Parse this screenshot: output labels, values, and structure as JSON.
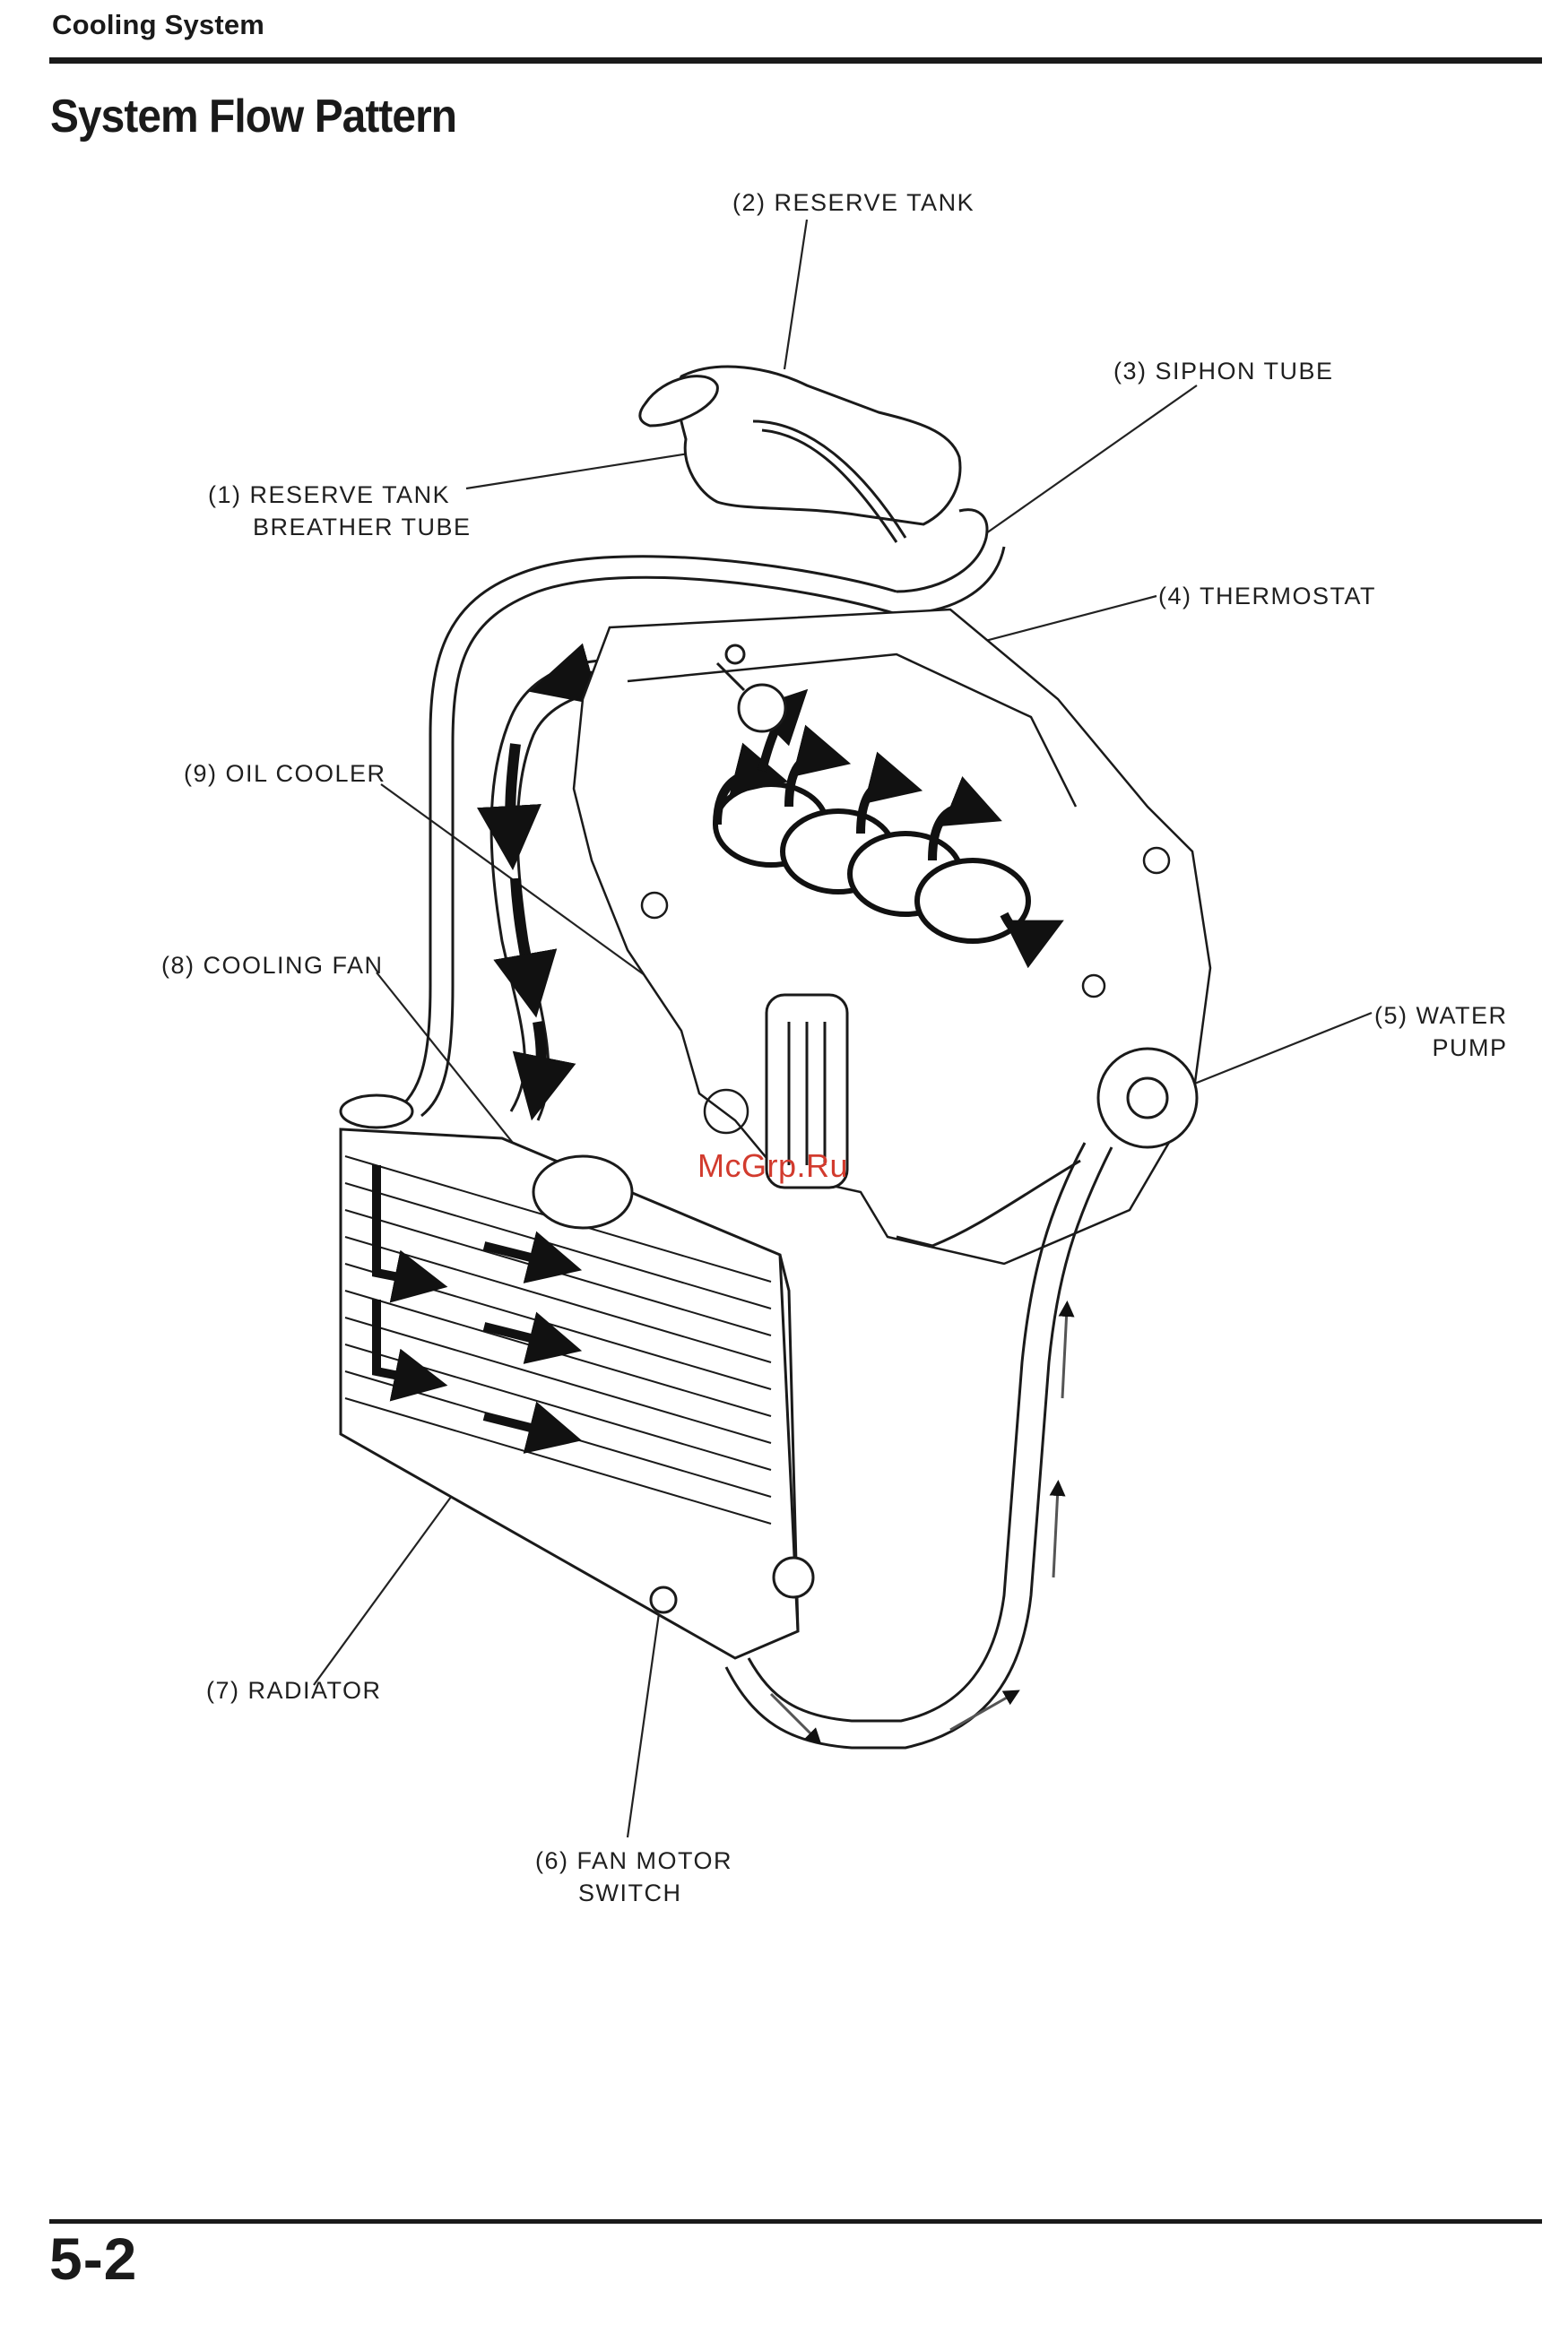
{
  "header": {
    "section": "Cooling System",
    "title": "System Flow Pattern"
  },
  "labels": {
    "breather_tube_1": "(1) RESERVE TANK",
    "breather_tube_2": "BREATHER TUBE",
    "reserve_tank": "(2) RESERVE TANK",
    "siphon_tube": "(3) SIPHON TUBE",
    "thermostat": "(4) THERMOSTAT",
    "water_pump_1": "(5) WATER",
    "water_pump_2": "PUMP",
    "fan_motor_switch_1": "(6) FAN MOTOR",
    "fan_motor_switch_2": "SWITCH",
    "radiator": "(7) RADIATOR",
    "cooling_fan": "(8) COOLING FAN",
    "oil_cooler": "(9) OIL COOLER"
  },
  "watermark": "McGrp.Ru",
  "footer": {
    "page_number": "5-2"
  }
}
